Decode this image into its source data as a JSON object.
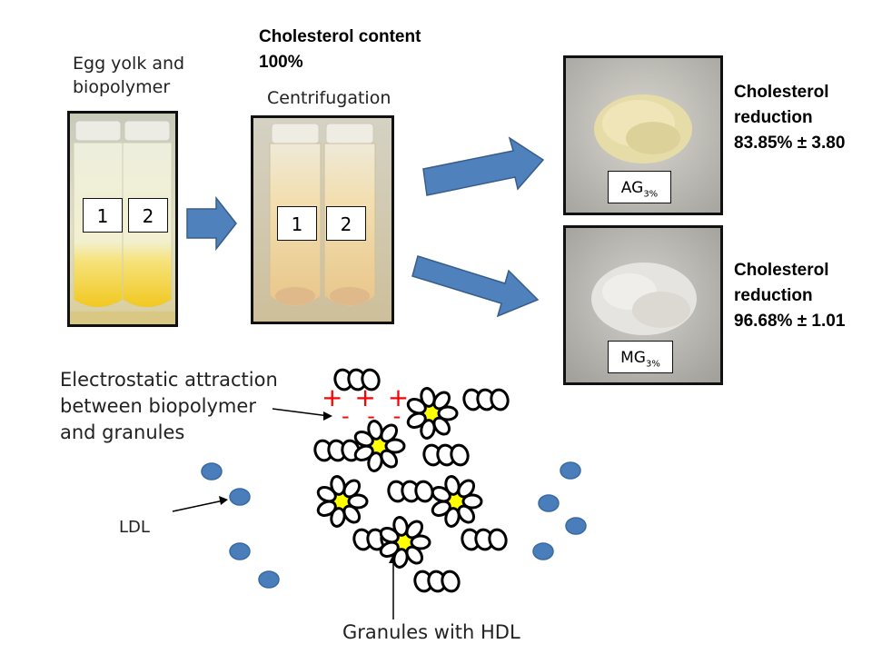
{
  "steps": {
    "mix_label_line1": "Egg yolk and",
    "mix_label_line2": "biopolymer",
    "cholesterol_content_line1": "Cholesterol content",
    "cholesterol_content_line2": "100%",
    "centrifugation_label": "Centrifugation"
  },
  "tubes": {
    "tube1": "1",
    "tube2": "2"
  },
  "results": [
    {
      "tag_main": "AG",
      "tag_sub": "3%",
      "line1": "Cholesterol",
      "line2": "reduction",
      "line3": "83.85% ± 3.80"
    },
    {
      "tag_main": "MG",
      "tag_sub": "3%",
      "line1": "Cholesterol",
      "line2": "reduction",
      "line3": "96.68% ± 1.01"
    }
  ],
  "mechanism": {
    "attraction_line1": "Electrostatic attraction",
    "attraction_line2": "between biopolymer",
    "attraction_line3": "and granules",
    "ldl_label": "LDL",
    "granules_label": "Granules with HDL",
    "plus_signs": "+ + +",
    "minus_signs": "- - -"
  },
  "colors": {
    "arrow_blue": "#4f81bd",
    "ldl_blue": "#4a7ebb",
    "hdl_yellow": "#ffff00",
    "charge_red": "#ff0000"
  }
}
